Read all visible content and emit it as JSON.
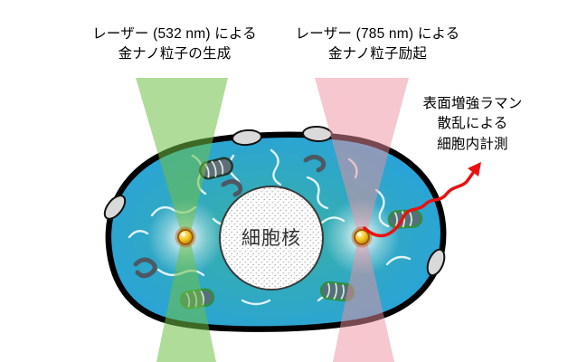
{
  "diagram": {
    "laser_532_label": {
      "line1": "レーザー (532 nm) による",
      "line2": "金ナノ粒子の生成"
    },
    "laser_785_label": {
      "line1": "レーザー (785 nm) による",
      "line2": "金ナノ粒子励起"
    },
    "sers_label": {
      "line1": "表面増強ラマン",
      "line2": "散乱による",
      "line3": "細胞内計測"
    },
    "nucleus_label": "細胞核"
  },
  "colors": {
    "green_beam": "#6fbf45",
    "pink_beam": "#ee8fa0",
    "cell_fill": "#2aa4d6",
    "cell_center_tint": "#3db497",
    "cell_border": "#000000",
    "nucleus_fill": "#ffffff",
    "gold_particle": "#f5c51d",
    "arrow_red": "#e81212",
    "membrane_oval": "#d9d9d9",
    "mitochondria_dark": "#5e6f7a",
    "mitochondria_green_stroke": "#2f8f3f"
  }
}
